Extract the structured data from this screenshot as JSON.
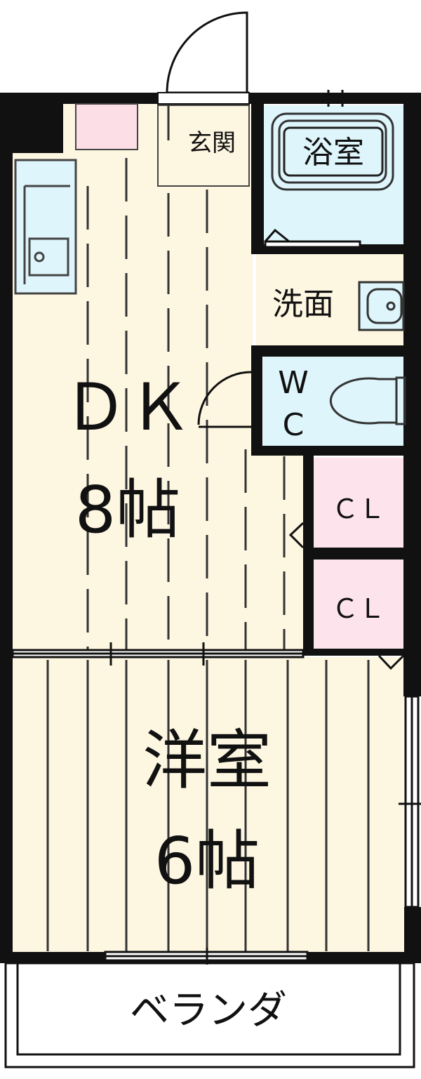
{
  "rooms": {
    "entrance": "玄関",
    "bath": "浴室",
    "washroom": "洗面",
    "wc_top": "W",
    "wc_bottom": "C",
    "dk_name": "ＤＫ",
    "dk_size": "8帖",
    "closet_1": "ＣＬ",
    "closet_2": "ＣＬ",
    "western_name": "洋室",
    "western_size": "6帖",
    "veranda": "ベランダ"
  },
  "colors": {
    "floor": "#fdf6e1",
    "wet_area": "#def5fc",
    "closet": "#fde4ec",
    "fridge": "#fcdfe6",
    "wall": "#111111",
    "plank": "#333333"
  }
}
